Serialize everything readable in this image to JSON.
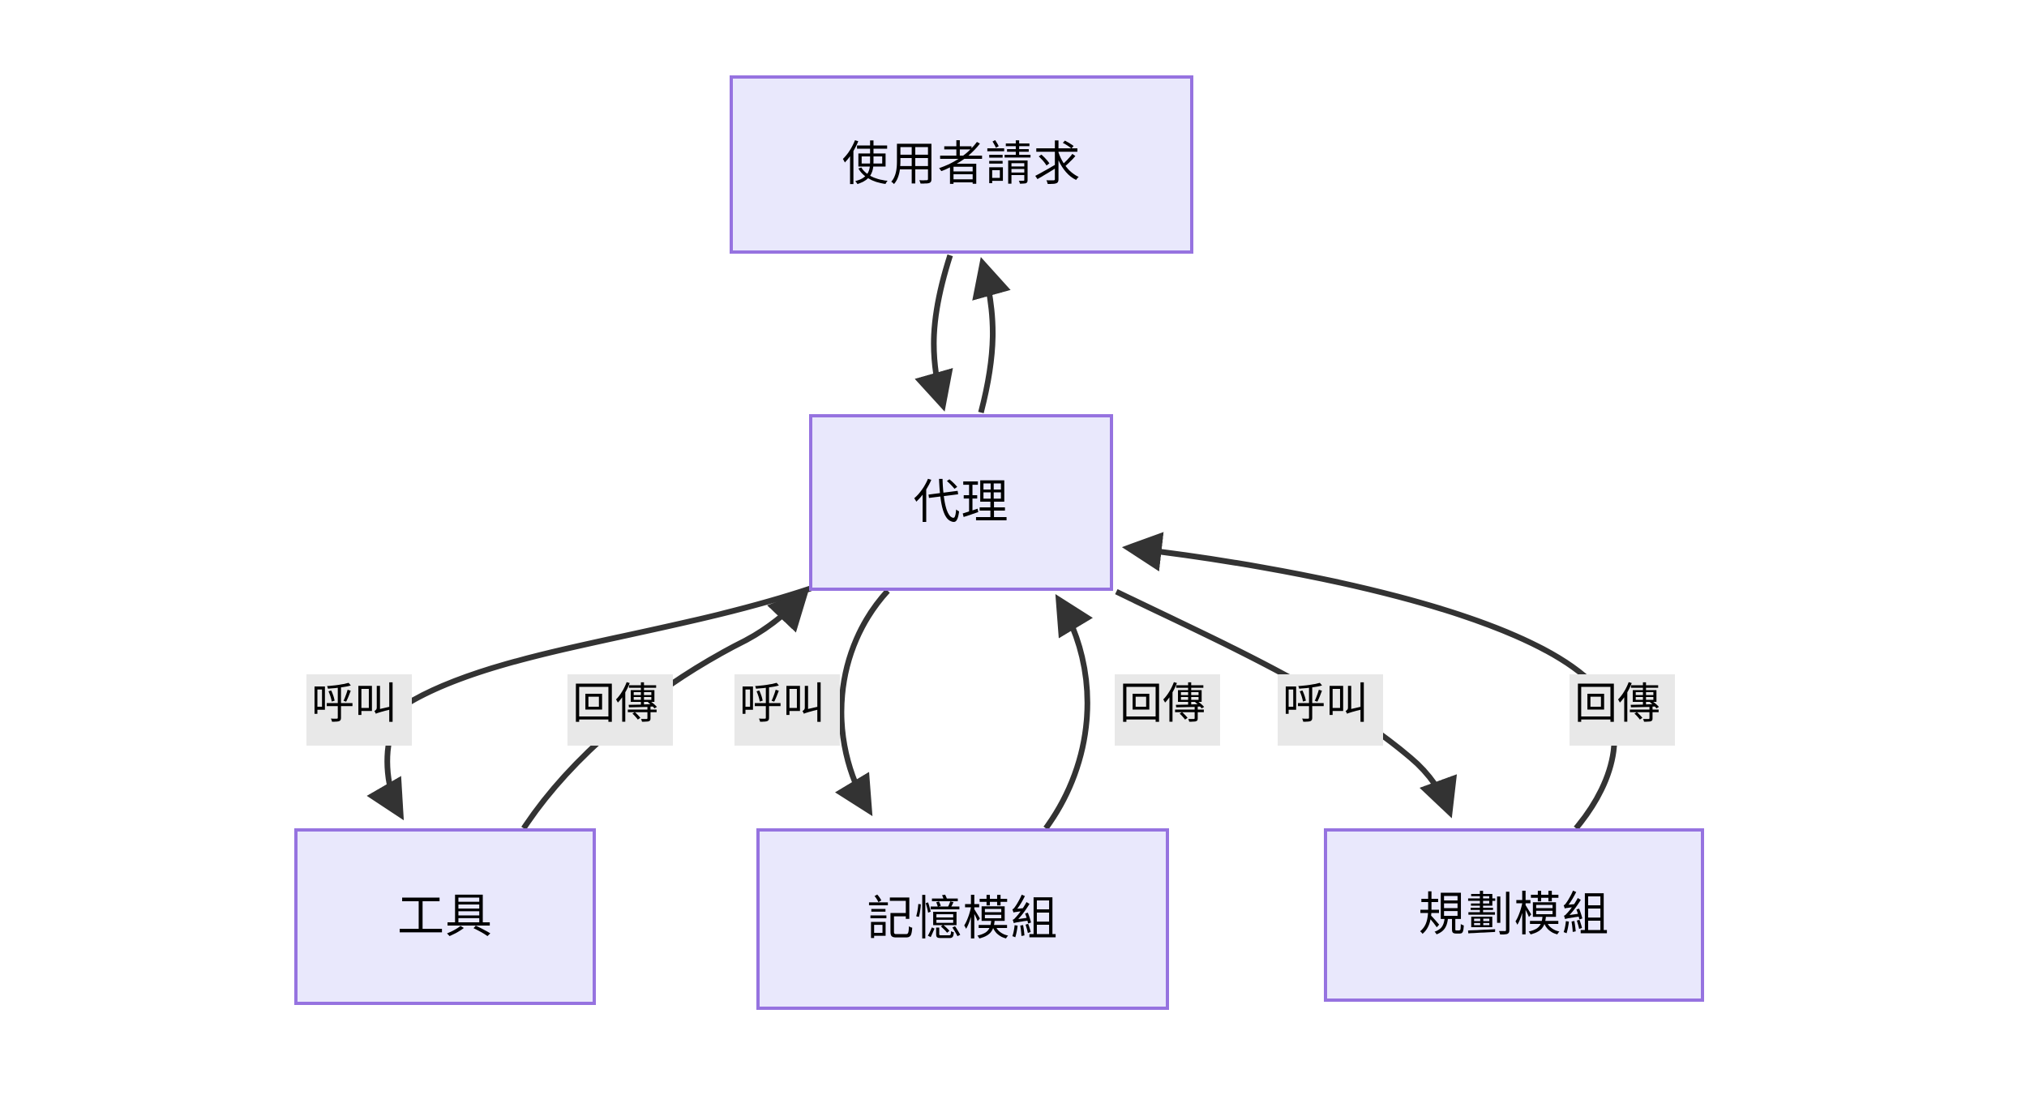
{
  "diagram": {
    "type": "flowchart",
    "title": "",
    "background_color": "#FFFFFF",
    "node_fill_color": "#E9E8FC",
    "node_border_color": "#9673E0",
    "edge_color": "#333333",
    "edge_label_background": "#E8E8E8",
    "nodes": [
      {
        "id": "user_request",
        "label": "使用者請求"
      },
      {
        "id": "agent",
        "label": "代理"
      },
      {
        "id": "tools",
        "label": "工具"
      },
      {
        "id": "memory",
        "label": "記憶模組"
      },
      {
        "id": "planner",
        "label": "規劃模組"
      }
    ],
    "edges": [
      {
        "from": "user_request",
        "to": "agent",
        "label": ""
      },
      {
        "from": "agent",
        "to": "user_request",
        "label": ""
      },
      {
        "from": "agent",
        "to": "tools",
        "label": "呼叫"
      },
      {
        "from": "tools",
        "to": "agent",
        "label": "回傳"
      },
      {
        "from": "agent",
        "to": "memory",
        "label": "呼叫"
      },
      {
        "from": "memory",
        "to": "agent",
        "label": "回傳"
      },
      {
        "from": "agent",
        "to": "planner",
        "label": "呼叫"
      },
      {
        "from": "planner",
        "to": "agent",
        "label": "回傳"
      }
    ],
    "edge_labels": [
      {
        "id": "call_tools",
        "text": "呼叫"
      },
      {
        "id": "return_tools",
        "text": "回傳"
      },
      {
        "id": "call_memory",
        "text": "呼叫"
      },
      {
        "id": "return_memory",
        "text": "回傳"
      },
      {
        "id": "call_planner",
        "text": "呼叫"
      },
      {
        "id": "return_planner",
        "text": "回傳"
      }
    ]
  }
}
